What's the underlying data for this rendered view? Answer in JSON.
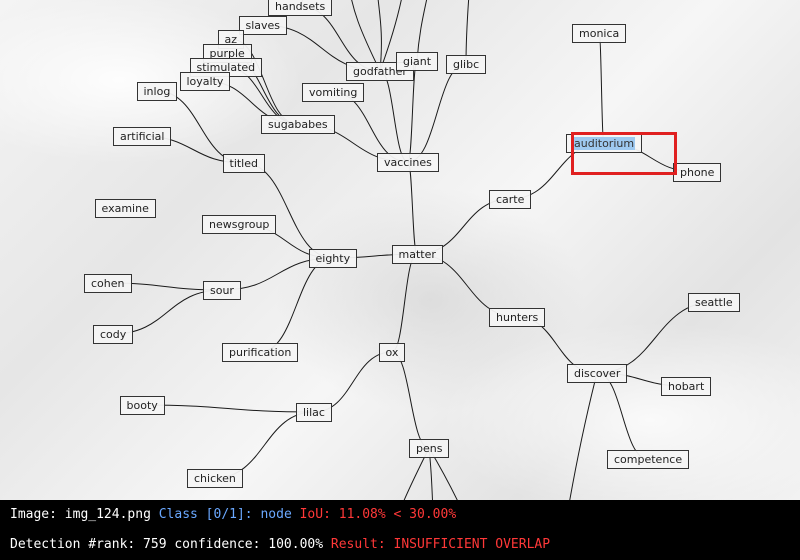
{
  "nodes": [
    {
      "id": "handsets",
      "label": "handsets"
    },
    {
      "id": "slaves",
      "label": "slaves"
    },
    {
      "id": "az",
      "label": "az"
    },
    {
      "id": "purple",
      "label": "purple"
    },
    {
      "id": "stimulated",
      "label": "stimulated"
    },
    {
      "id": "loyalty",
      "label": "loyalty"
    },
    {
      "id": "inlog",
      "label": "inlog"
    },
    {
      "id": "artificial",
      "label": "artificial"
    },
    {
      "id": "titled",
      "label": "titled"
    },
    {
      "id": "examine",
      "label": "examine"
    },
    {
      "id": "newsgroup",
      "label": "newsgroup"
    },
    {
      "id": "cohen",
      "label": "cohen"
    },
    {
      "id": "sour",
      "label": "sour"
    },
    {
      "id": "cody",
      "label": "cody"
    },
    {
      "id": "purification",
      "label": "purification"
    },
    {
      "id": "booty",
      "label": "booty"
    },
    {
      "id": "chicken",
      "label": "chicken"
    },
    {
      "id": "lilac",
      "label": "lilac"
    },
    {
      "id": "ox",
      "label": "ox"
    },
    {
      "id": "pens",
      "label": "pens"
    },
    {
      "id": "eighty",
      "label": "eighty"
    },
    {
      "id": "matter",
      "label": "matter"
    },
    {
      "id": "vaccines",
      "label": "vaccines"
    },
    {
      "id": "sugababes",
      "label": "sugababes"
    },
    {
      "id": "vomiting",
      "label": "vomiting"
    },
    {
      "id": "godfather",
      "label": "godfather"
    },
    {
      "id": "giant",
      "label": "giant"
    },
    {
      "id": "glibc",
      "label": "glibc"
    },
    {
      "id": "carte",
      "label": "carte"
    },
    {
      "id": "monica",
      "label": "monica"
    },
    {
      "id": "auditorium",
      "label": "auditorium",
      "selected": true
    },
    {
      "id": "phone",
      "label": "phone"
    },
    {
      "id": "hunters",
      "label": "hunters"
    },
    {
      "id": "discover",
      "label": "discover"
    },
    {
      "id": "seattle",
      "label": "seattle"
    },
    {
      "id": "hobart",
      "label": "hobart"
    },
    {
      "id": "competence",
      "label": "competence"
    }
  ],
  "edges": [
    [
      "matter",
      "eighty"
    ],
    [
      "matter",
      "vaccines"
    ],
    [
      "matter",
      "carte"
    ],
    [
      "matter",
      "hunters"
    ],
    [
      "matter",
      "ox"
    ],
    [
      "eighty",
      "titled"
    ],
    [
      "eighty",
      "newsgroup"
    ],
    [
      "eighty",
      "sour"
    ],
    [
      "eighty",
      "purification"
    ],
    [
      "titled",
      "inlog"
    ],
    [
      "titled",
      "artificial"
    ],
    [
      "sour",
      "cohen"
    ],
    [
      "sour",
      "cody"
    ],
    [
      "ox",
      "lilac"
    ],
    [
      "ox",
      "pens"
    ],
    [
      "lilac",
      "booty"
    ],
    [
      "lilac",
      "chicken"
    ],
    [
      "vaccines",
      "sugababes"
    ],
    [
      "vaccines",
      "vomiting"
    ],
    [
      "vaccines",
      "godfather"
    ],
    [
      "vaccines",
      "giant"
    ],
    [
      "vaccines",
      "glibc"
    ],
    [
      "sugababes",
      "loyalty"
    ],
    [
      "sugababes",
      "stimulated"
    ],
    [
      "sugababes",
      "purple"
    ],
    [
      "sugababes",
      "az"
    ],
    [
      "godfather",
      "slaves"
    ],
    [
      "godfather",
      "handsets"
    ],
    [
      "carte",
      "auditorium"
    ],
    [
      "auditorium",
      "monica"
    ],
    [
      "auditorium",
      "phone"
    ],
    [
      "hunters",
      "discover"
    ],
    [
      "discover",
      "seattle"
    ],
    [
      "discover",
      "hobart"
    ],
    [
      "discover",
      "competence"
    ]
  ],
  "detection": {
    "image_label": "Image:",
    "image_name": "img_124.png",
    "class_label": "Class [0/1]: node",
    "iou_text": "IoU: 11.08% < 30.00%",
    "rank_text": "Detection #rank: 759 confidence: 100.00%",
    "result_text": "Result: INSUFFICIENT OVERLAP",
    "box_color": "#e02020",
    "class_color": "#6aa8ff",
    "alert_color": "#ff3838"
  }
}
